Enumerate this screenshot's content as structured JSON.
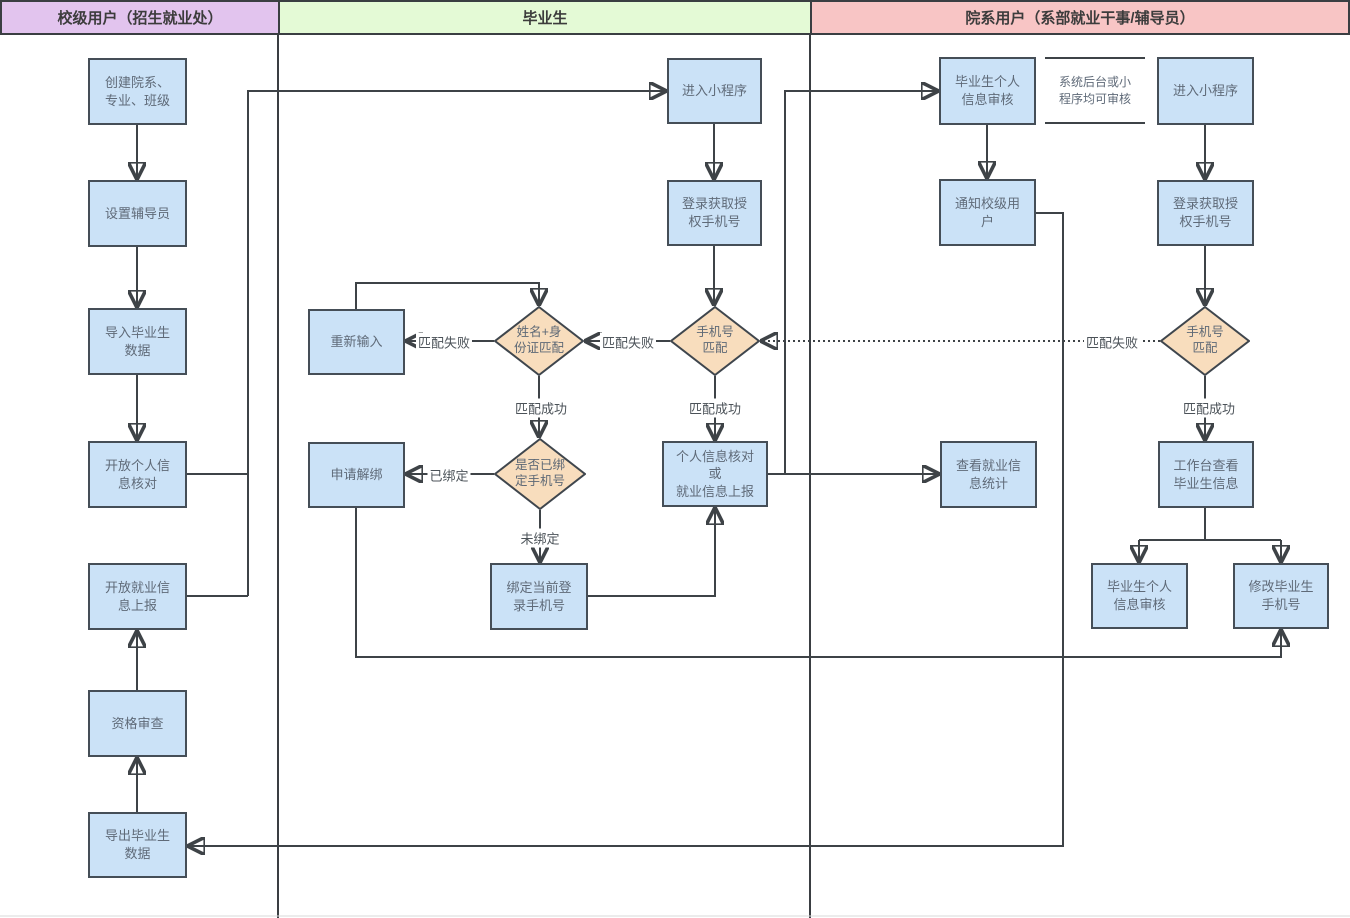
{
  "lanes": [
    {
      "title": "校级用户（招生就业处）",
      "color": "#e2c4ee"
    },
    {
      "title": "毕业生",
      "color": "#e4fad6"
    },
    {
      "title": "院系用户（系部就业干事/辅导员）",
      "color": "#f8c5c5"
    }
  ],
  "nodes": {
    "create_org": {
      "label": "创建院系、\n专业、班级"
    },
    "set_counselor": {
      "label": "设置辅导员"
    },
    "import_students": {
      "label": "导入毕业生\n数据"
    },
    "open_info_check": {
      "label": "开放个人信\n息核对"
    },
    "open_job_report": {
      "label": "开放就业信\n息上报"
    },
    "qualification_review": {
      "label": "资格审查"
    },
    "export_students": {
      "label": "导出毕业生\n数据"
    },
    "enter_mini_student": {
      "label": "进入小程序"
    },
    "login_phone_student": {
      "label": "登录获取授\n权手机号"
    },
    "re_enter": {
      "label": "重新输入"
    },
    "name_id_match": {
      "label": "姓名+身\n份证匹配"
    },
    "phone_match_student": {
      "label": "手机号\n匹配"
    },
    "apply_unbind": {
      "label": "申请解绑"
    },
    "bound_check": {
      "label": "是否已绑\n定手机号"
    },
    "bind_phone": {
      "label": "绑定当前登\n录手机号"
    },
    "info_check_or_report": {
      "label": "个人信息核对\n或\n就业信息上报"
    },
    "student_audit_top": {
      "label": "毕业生个人\n信息审核"
    },
    "notify_school_user": {
      "label": "通知校级用\n户"
    },
    "enter_mini_dept": {
      "label": "进入小程序"
    },
    "login_phone_dept": {
      "label": "登录获取授\n权手机号"
    },
    "phone_match_dept": {
      "label": "手机号\n匹配"
    },
    "view_job_stats": {
      "label": "查看就业信\n息统计"
    },
    "workbench_view": {
      "label": "工作台查看\n毕业生信息"
    },
    "student_audit_bottom": {
      "label": "毕业生个人\n信息审核"
    },
    "modify_phone": {
      "label": "修改毕业生\n手机号"
    }
  },
  "edge_labels": {
    "name_id_fail": "匹配失败",
    "phone_student_fail": "匹配失败",
    "name_id_success": "匹配成功",
    "phone_student_success": "匹配成功",
    "bound_yes": "已绑定",
    "bound_no": "未绑定",
    "phone_dept_fail": "匹配失败",
    "phone_dept_success": "匹配成功"
  },
  "note": {
    "text": "系统后台或小\n程序均可审核"
  },
  "colors": {
    "box_fill": "#cbe2f7",
    "box_border": "#454e57",
    "diamond_fill": "#f8ddbd",
    "connector": "#3e4347",
    "lane1_header": "#e2c4ee",
    "lane2_header": "#e4fad6",
    "lane3_header": "#f8c5c5"
  }
}
